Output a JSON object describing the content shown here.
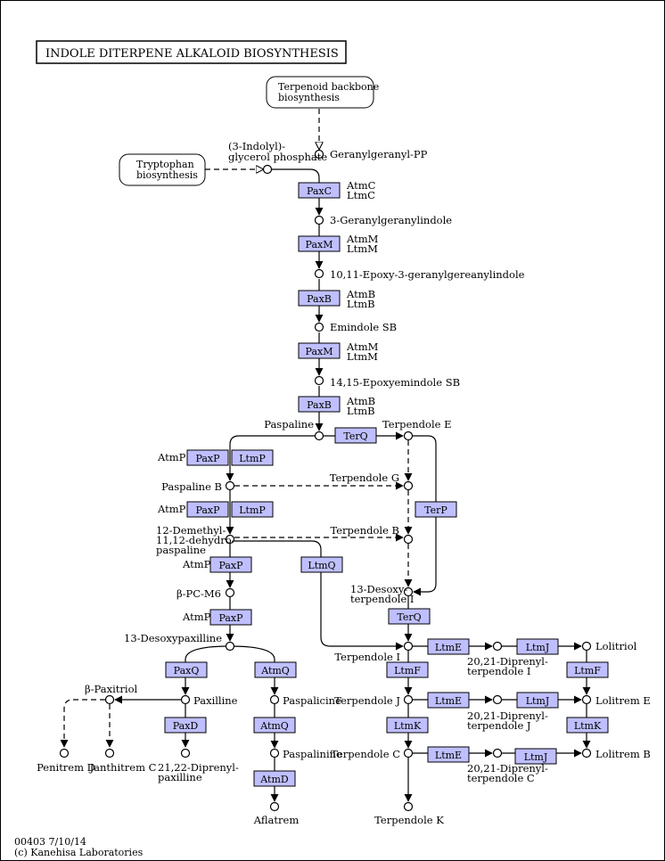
{
  "title": "INDOLE  DITERPENE  ALKALOID  BIOSYNTHESIS",
  "map_links": {
    "terpenoid": [
      "Terpenoid backbone",
      "biosynthesis"
    ],
    "tryptophan": [
      "Tryptophan",
      "biosynthesis"
    ]
  },
  "compounds": {
    "indolyl": [
      "(3-Indolyl)-",
      "glycerol phosphate"
    ],
    "ggpp": "Geranylgeranyl-PP",
    "ggi": "3-Geranylgeranylindole",
    "epoxy": "10,11-Epoxy-3-geranylgereanylindole",
    "emindole": "Emindole SB",
    "epoxyemindole": "14,15-Epoxyemindole SB",
    "paspaline": "Paspaline",
    "terpendole_e": "Terpendole E",
    "paspaline_b": "Paspaline B",
    "terpendole_g": "Terpendole G",
    "demethyl": [
      "12-Demethyl-",
      "11,12-dehydro-",
      "paspaline"
    ],
    "terpendole_b": "Terpendole B",
    "bpcm6": "β-PC-M6",
    "desoxyterpendole_i": [
      "13-Desoxy-",
      "terpendole I"
    ],
    "desoxypaxilline": "13-Desoxypaxilline",
    "terpendole_i": "Terpendole I",
    "diprenyl_i": [
      "20,21-Diprenyl-",
      "terpendole I"
    ],
    "lolitriol": "Lolitriol",
    "bpaxitriol": "β-Paxitriol",
    "paxilline": "Paxilline",
    "paspalicine": "Paspalicine",
    "terpendole_j": "Terpendole J",
    "diprenyl_j": [
      "20,21-Diprenyl-",
      "terpendole J"
    ],
    "lolitrem_e": "Lolitrem E",
    "penitrem_d": "Penitrem D",
    "janthitrem_c": "Janthitrem C",
    "diprenyl_paxilline": [
      "21,22-Diprenyl-",
      "paxilline"
    ],
    "paspalinine": "Paspalinine",
    "terpendole_c": "Terpendole C",
    "diprenyl_c": [
      "20,21-Diprenyl-",
      "terpendole C"
    ],
    "lolitrem_b": "Lolitrem B",
    "aflatrem": "Aflatrem",
    "terpendole_k": "Terpendole K"
  },
  "enzymes": {
    "paxc": "PaxC",
    "paxm1": "PaxM",
    "paxb1": "PaxB",
    "paxm2": "PaxM",
    "paxb2": "PaxB",
    "terq1": "TerQ",
    "paxp1": "PaxP",
    "ltmp1": "LtmP",
    "terp": "TerP",
    "paxp2": "PaxP",
    "ltmp2": "LtmP",
    "paxp3": "PaxP",
    "ltmq": "LtmQ",
    "paxp4": "PaxP",
    "terq2": "TerQ",
    "ltme1": "LtmE",
    "ltmj1": "LtmJ",
    "paxq": "PaxQ",
    "atmq1": "AtmQ",
    "ltmf1": "LtmF",
    "ltmf2": "LtmF",
    "paxd": "PaxD",
    "atmq2": "AtmQ",
    "ltme2": "LtmE",
    "ltmj2": "LtmJ",
    "ltmk1": "LtmK",
    "ltmk2": "LtmK",
    "atmd": "AtmD",
    "ltme3": "LtmE",
    "ltmj3": "LtmJ"
  },
  "orthologs": {
    "c": [
      "AtmC",
      "LtmC"
    ],
    "m1": [
      "AtmM",
      "LtmM"
    ],
    "b1": [
      "AtmB",
      "LtmB"
    ],
    "m2": [
      "AtmM",
      "LtmM"
    ],
    "b2": [
      "AtmB",
      "LtmB"
    ],
    "p1": "AtmP",
    "p2": "AtmP",
    "p3": "AtmP",
    "p4": "AtmP"
  },
  "footer": {
    "map_id": "00403 7/10/14",
    "copyright": "(c) Kanehisa Laboratories"
  },
  "colors": {
    "enzyme_fill": "#bfbfff",
    "ortholog_text": "#33cc33",
    "line": "#000000"
  }
}
